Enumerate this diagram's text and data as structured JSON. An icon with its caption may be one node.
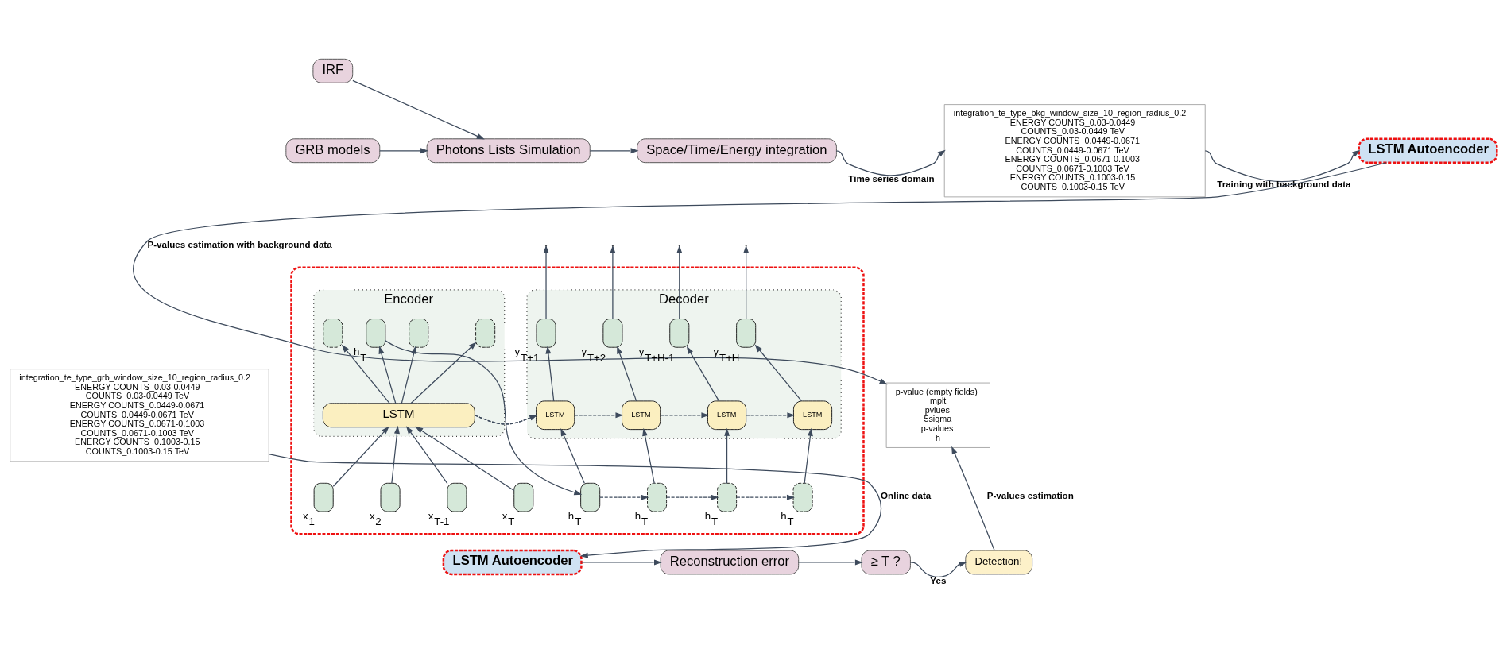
{
  "diagram": {
    "nodes": [
      {
        "text": [
          "IRF"
        ]
      },
      {
        "text": [
          "GRB models"
        ]
      },
      {
        "text": [
          "Photons Lists Simulation"
        ]
      },
      {
        "text": [
          "Space/Time/Energy integration"
        ]
      },
      {
        "text": [
          "integration_te_type_bkg_window_size_10_region_radius_0.2",
          "ENERGY COUNTS_0.03-0.0449",
          "COUNTS_0.03-0.0449 TeV",
          "ENERGY COUNTS_0.0449-0.0671",
          "COUNTS_0.0449-0.0671 TeV",
          "ENERGY COUNTS_0.0671-0.1003",
          "COUNTS_0.0671-0.1003 TeV",
          "ENERGY COUNTS_0.1003-0.15",
          "COUNTS_0.1003-0.15 TeV"
        ]
      },
      {
        "text": [
          "LSTM Autoencoder"
        ]
      },
      {
        "text": [
          "p-value (empty fields)",
          "mplt",
          "pvlues",
          "5sigma",
          "p-values",
          "h"
        ]
      },
      {
        "text": [
          "integration_te_type_grb_window_size_10_region_radius_0.2",
          "ENERGY COUNTS_0.03-0.0449",
          "COUNTS_0.03-0.0449 TeV",
          "ENERGY COUNTS_0.0449-0.0671",
          "COUNTS_0.0449-0.0671 TeV",
          "ENERGY COUNTS_0.0671-0.1003",
          "COUNTS_0.0671-0.1003 TeV",
          "ENERGY COUNTS_0.1003-0.15",
          "COUNTS_0.1003-0.15 TeV"
        ]
      },
      {
        "text": [],
        "shape": "box"
      },
      {
        "text": [
          "Encoder"
        ],
        "in": 8
      },
      {
        "text": [],
        "shape": "box",
        "in": 9
      },
      {
        "text": [],
        "shape": "box",
        "in": 9
      },
      {
        "text": [],
        "shape": "box",
        "in": 9
      },
      {
        "text": [],
        "shape": "box",
        "in": 9,
        "beside": [
          "h$_{T}$"
        ]
      },
      {
        "text": [
          "LSTM"
        ],
        "in": 9
      },
      {
        "text": [],
        "shape": "box",
        "in": 8,
        "beside": [
          "x$_{1}$"
        ]
      },
      {
        "text": [],
        "shape": "box",
        "in": 8,
        "beside": [
          "x$_{2}$"
        ]
      },
      {
        "text": [],
        "shape": "box",
        "in": 8,
        "beside": [
          "x$_{T-1}$"
        ]
      },
      {
        "text": [],
        "shape": "box",
        "in": 8,
        "beside": [
          "x$_{T}$"
        ]
      },
      {
        "text": [
          "Decoder"
        ],
        "in": 8
      },
      {
        "text": [],
        "shape": "box",
        "in": 19,
        "beside": [
          "y$_{T+1}$"
        ]
      },
      {
        "text": [],
        "shape": "box",
        "in": 19,
        "beside": [
          "y$_{T+2}$"
        ]
      },
      {
        "text": [],
        "shape": "box",
        "in": 19,
        "beside": [
          "y$_{T+H-1}$"
        ]
      },
      {
        "text": [],
        "shape": "box",
        "in": 19,
        "beside": [
          "y$_{T+H}$"
        ]
      },
      {
        "text": [
          "LSTM"
        ],
        "in": 19
      },
      {
        "text": [
          "LSTM"
        ],
        "in": 19
      },
      {
        "text": [
          "LSTM"
        ],
        "in": 19
      },
      {
        "text": [
          "LSTM"
        ],
        "in": 19
      },
      {
        "text": [],
        "shape": "box",
        "in": 8,
        "beside": [
          "h$_{T}$"
        ]
      },
      {
        "text": [],
        "shape": "box",
        "in": 8,
        "beside": [
          "h$_{T}$"
        ]
      },
      {
        "text": [],
        "shape": "box",
        "in": 8,
        "beside": [
          "h$_{T}$"
        ]
      },
      {
        "text": [],
        "shape": "box",
        "in": 8,
        "beside": [
          "h$_{T}$"
        ]
      },
      {
        "text": [
          "LSTM Autoencoder"
        ]
      },
      {
        "text": [
          "Reconstruction error"
        ]
      },
      {
        "text": [
          "≥ T ?"
        ]
      },
      {
        "text": [
          "Detection!"
        ]
      }
    ],
    "edges": [
      {
        "from": 0,
        "to": 2,
        "arrow": "to"
      },
      {
        "from": 1,
        "to": 2,
        "arrow": "to"
      },
      {
        "from": 2,
        "to": 3,
        "arrow": "to"
      },
      {
        "from": 3,
        "to": 4,
        "arrow": "to",
        "label": "Time series domain"
      },
      {
        "from": 4,
        "to": 5,
        "arrow": "to",
        "label": "Training with background data"
      },
      {
        "from": 5,
        "to": 6,
        "arrow": "to",
        "label": "P-values estimation with background data"
      },
      {
        "from": 7,
        "to": 32,
        "arrow": "to",
        "label": "Online data"
      },
      {
        "from": 32,
        "to": 33,
        "arrow": "to"
      },
      {
        "from": 33,
        "to": 34,
        "arrow": "to"
      },
      {
        "from": 34,
        "to": 35,
        "arrow": "to",
        "label": "Yes"
      },
      {
        "from": 35,
        "to": 6,
        "arrow": "to",
        "label": "P-values estimation"
      },
      {
        "from": 15,
        "to": 14,
        "arrow": "to"
      },
      {
        "from": 16,
        "to": 14,
        "arrow": "to"
      },
      {
        "from": 17,
        "to": 14,
        "arrow": "to"
      },
      {
        "from": 18,
        "to": 14,
        "arrow": "to"
      },
      {
        "from": 14,
        "to": 10,
        "arrow": "to"
      },
      {
        "from": 14,
        "to": 11,
        "arrow": "to"
      },
      {
        "from": 14,
        "to": 12,
        "arrow": "to"
      },
      {
        "from": 14,
        "to": 13,
        "arrow": "to"
      },
      {
        "from": 13,
        "to": 28,
        "arrow": "to"
      },
      {
        "from": 14,
        "to": 24,
        "arrow": "to",
        "style": "dashed"
      },
      {
        "from": 24,
        "to": 25,
        "arrow": "to",
        "style": "dashed"
      },
      {
        "from": 25,
        "to": 26,
        "arrow": "to",
        "style": "dashed"
      },
      {
        "from": 26,
        "to": 27,
        "arrow": "to",
        "style": "dashed"
      },
      {
        "from": 28,
        "to": 29,
        "arrow": "to",
        "style": "dashed"
      },
      {
        "from": 29,
        "to": 30,
        "arrow": "to",
        "style": "dashed"
      },
      {
        "from": 30,
        "to": 31,
        "arrow": "to",
        "style": "dashed"
      },
      {
        "from": 28,
        "to": 24,
        "arrow": "to"
      },
      {
        "from": 29,
        "to": 25,
        "arrow": "to"
      },
      {
        "from": 30,
        "to": 26,
        "arrow": "to"
      },
      {
        "from": 31,
        "to": 27,
        "arrow": "to"
      },
      {
        "from": 24,
        "to": 20,
        "arrow": "to"
      },
      {
        "from": 25,
        "to": 21,
        "arrow": "to"
      },
      {
        "from": 26,
        "to": 22,
        "arrow": "to"
      },
      {
        "from": 27,
        "to": 23,
        "arrow": "to"
      },
      {
        "from": 20,
        "to": null,
        "arrow": "to"
      },
      {
        "from": 21,
        "to": null,
        "arrow": "to"
      },
      {
        "from": 22,
        "to": null,
        "arrow": "to"
      },
      {
        "from": 23,
        "to": null,
        "arrow": "to"
      }
    ]
  }
}
